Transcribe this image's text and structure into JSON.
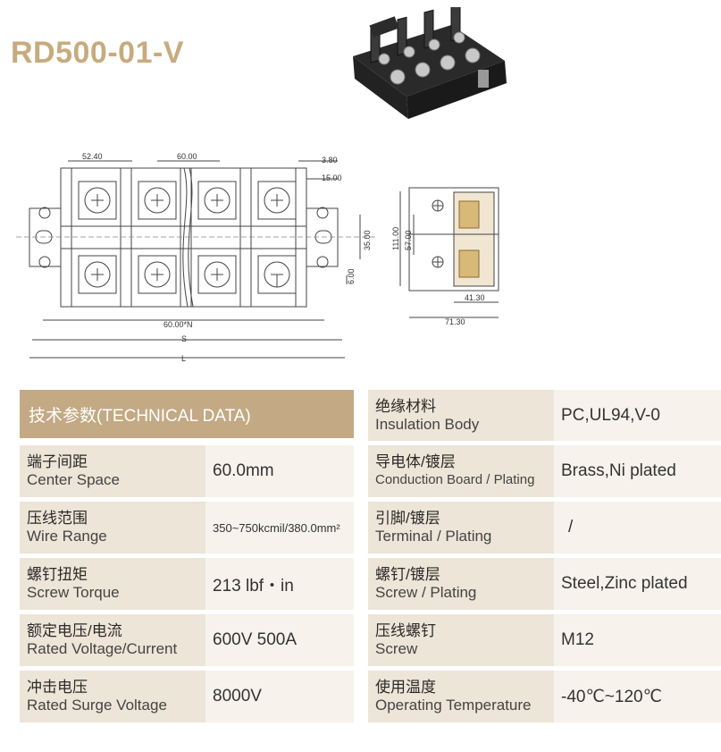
{
  "title": "RD500-01-V",
  "drawing": {
    "dim_52_40": "52.40",
    "dim_60_00": "60.00",
    "dim_3_80": "3.80",
    "dim_15_00": "15.00",
    "dim_35_00": "35.00",
    "dim_6_00": "6.00",
    "dim_60n": "60.00*N",
    "dim_s": "S",
    "dim_l": "L",
    "dim_111": "111.00",
    "dim_57": "57.00",
    "dim_41_30": "41.30",
    "dim_71_30": "71.30"
  },
  "left_table": {
    "header": "技术参数(TECHNICAL DATA)",
    "rows": [
      {
        "cn": "端子间距",
        "en": "Center Space",
        "value": "60.0mm"
      },
      {
        "cn": "压线范围",
        "en": "Wire Range",
        "value": "350~750kcmil/380.0mm²"
      },
      {
        "cn": "螺钉扭矩",
        "en": "Screw Torque",
        "value": "213 lbf・in"
      },
      {
        "cn": "额定电压/电流",
        "en": "Rated Voltage/Current",
        "value": "600V 500A"
      },
      {
        "cn": "冲击电压",
        "en": "Rated Surge Voltage",
        "value": "8000V"
      }
    ]
  },
  "right_table": {
    "rows": [
      {
        "cn": "绝缘材料",
        "en": "Insulation Body",
        "value": "PC,UL94,V-0"
      },
      {
        "cn": "导电体/镀层",
        "en": "Conduction Board / Plating",
        "value": "Brass,Ni plated"
      },
      {
        "cn": "引脚/镀层",
        "en": "Terminal / Plating",
        "value": "/"
      },
      {
        "cn": "螺钉/镀层",
        "en": "Screw / Plating",
        "value": "Steel,Zinc plated"
      },
      {
        "cn": "压线螺钉",
        "en": "Screw",
        "value": "M12"
      },
      {
        "cn": "使用温度",
        "en": "Operating Temperature",
        "value": "-40℃~120℃"
      }
    ]
  }
}
